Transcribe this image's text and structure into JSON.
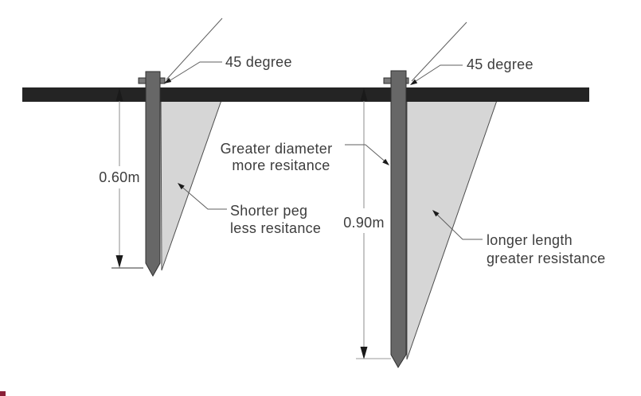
{
  "diagram": {
    "description": "Tent peg holding-resistance diagram comparing two pegs driven at 45 degrees",
    "labels": {
      "angle_left": "45 degree",
      "angle_right": "45 degree",
      "depth_left": "0.60m",
      "depth_right": "0.90m",
      "diameter_line1": "Greater diameter",
      "diameter_line2": "more resitance",
      "shorter_line1": "Shorter peg",
      "shorter_line2": "less resitance",
      "longer_line1": "longer length",
      "longer_line2": "greater resistance"
    },
    "colors": {
      "ground_bar": "#242424",
      "peg_fill": "#676767",
      "cone_fill": "#d6d6d6",
      "cone_edge": "#4d4d4d",
      "dimension_line": "#8c8c8c",
      "leader_line": "#5f5f5f",
      "arrowhead": "#1a1a1a",
      "text": "#3d3d3d"
    }
  }
}
